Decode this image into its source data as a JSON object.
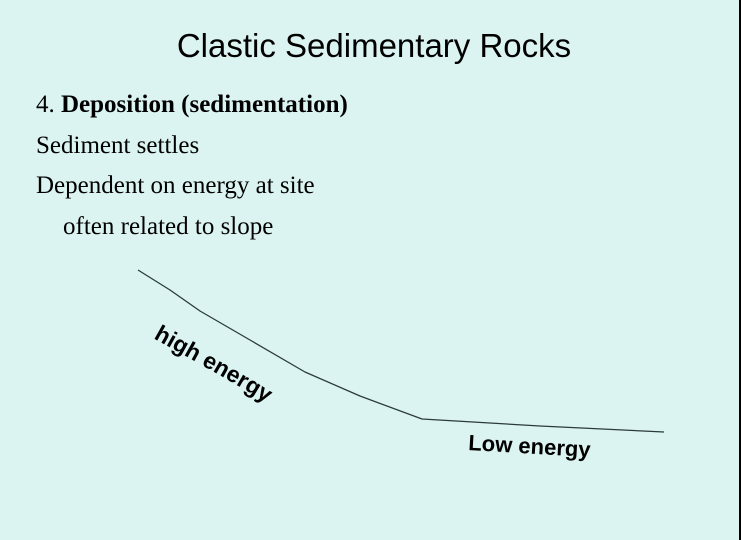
{
  "slide": {
    "title": "Clastic Sedimentary Rocks",
    "background_color": "#dbf4f1",
    "text_color": "#000000",
    "line_color": "#2b3a3a",
    "body": {
      "item_number": "4.",
      "item_heading": "Deposition (sedimentation)",
      "lines": [
        "Sediment settles",
        "Dependent on energy at site",
        "often related to slope"
      ]
    },
    "diagram": {
      "description": "Slope profile line descending from steep (left) to gentle (right)",
      "labels": {
        "steep_section": "high energy",
        "gentle_section": "Low energy"
      }
    }
  }
}
